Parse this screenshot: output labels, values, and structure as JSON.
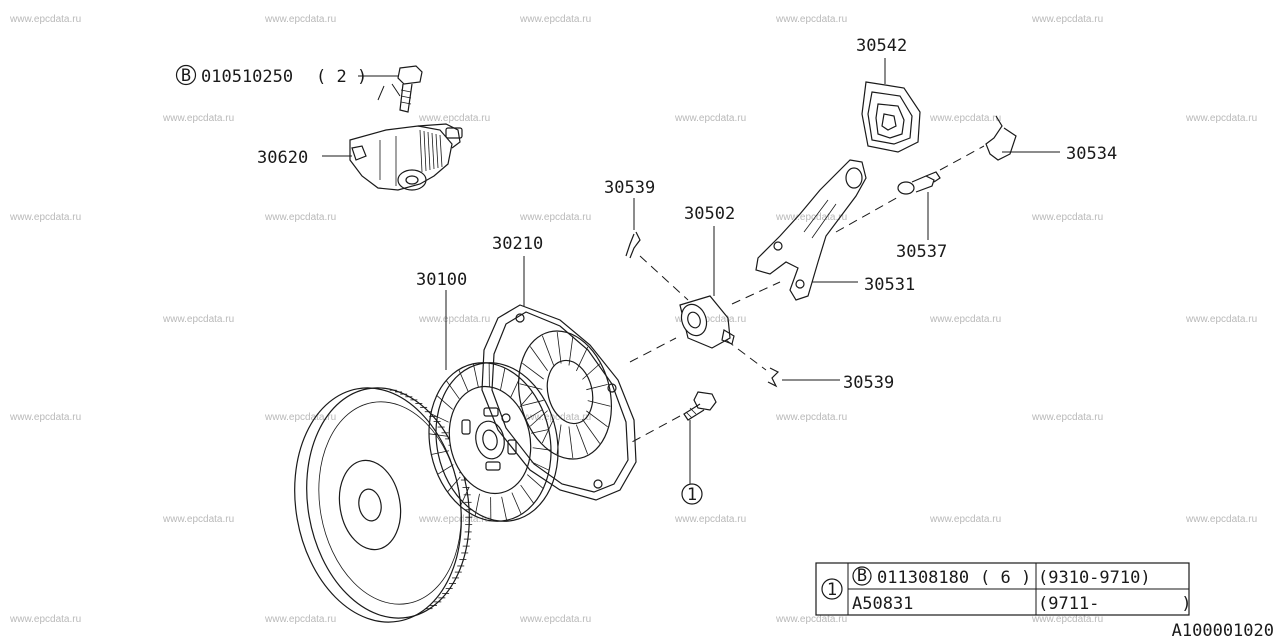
{
  "watermark": "www.epcdata.ru",
  "callouts": {
    "bolt_top": {
      "circle": "B",
      "code": "010510250",
      "qty": "( 2 )"
    },
    "p30620": "30620",
    "p30542": "30542",
    "p30534": "30534",
    "p30537": "30537",
    "p30531": "30531",
    "p30539_top": "30539",
    "p30502": "30502",
    "p30210": "30210",
    "p30100": "30100",
    "p30539_bottom": "30539",
    "ref1": "1"
  },
  "table": {
    "index": "1",
    "rows": [
      {
        "circle": "B",
        "part": "011308180",
        "qty": "( 6 )",
        "range": "(9310-9710)"
      },
      {
        "circle": "",
        "part": "A50831",
        "qty": "",
        "range": "(9711-        )"
      }
    ]
  },
  "diagram_id": "A100001020"
}
